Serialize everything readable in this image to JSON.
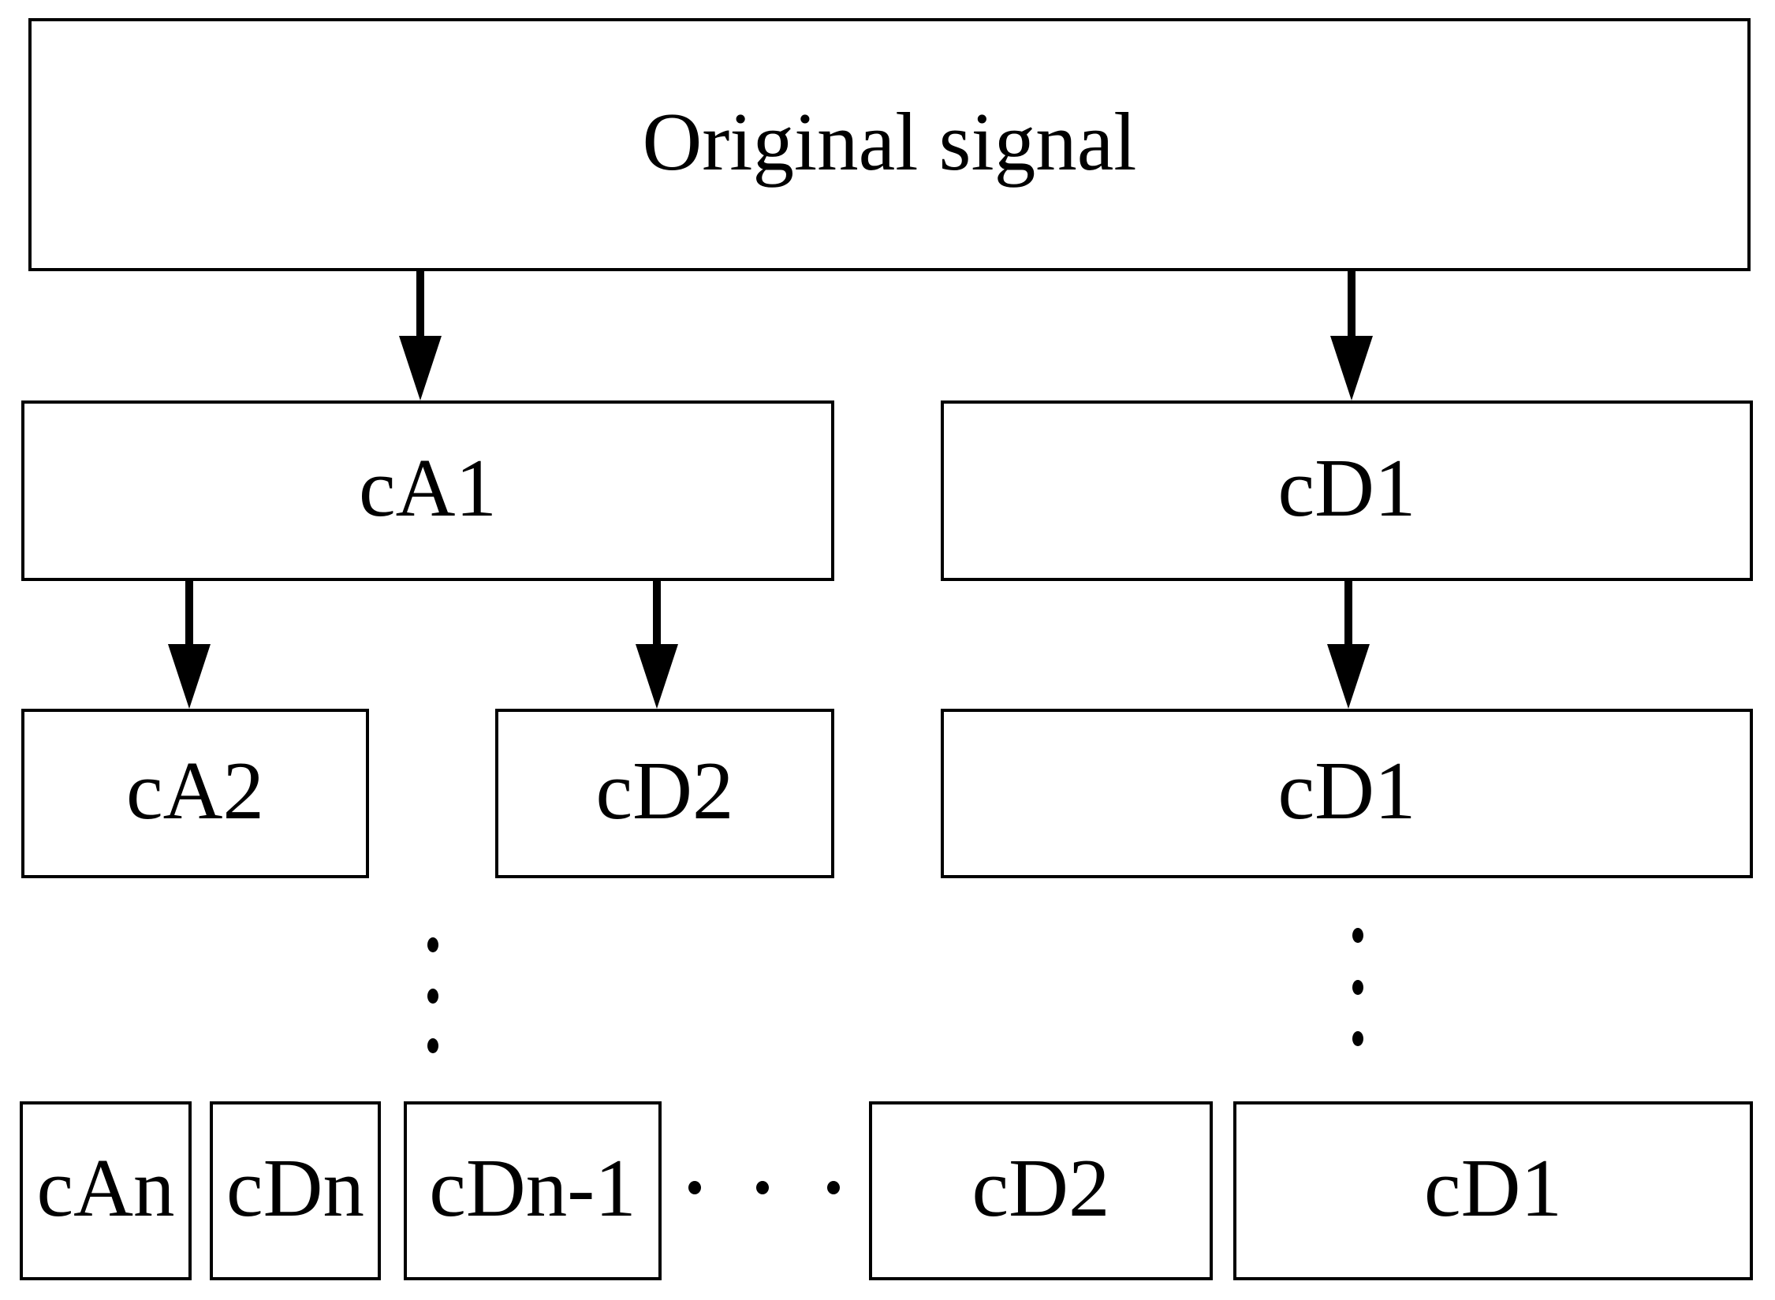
{
  "colors": {
    "background": "#ffffff",
    "line": "#000000",
    "text": "#000000"
  },
  "nodes": {
    "original": {
      "label": "Original signal"
    },
    "ca1": {
      "label": "cA1"
    },
    "cd1_level2": {
      "label": "cD1"
    },
    "ca2": {
      "label": "cA2"
    },
    "cd2_level3": {
      "label": "cD2"
    },
    "cd1_level3": {
      "label": "cD1"
    },
    "can_final": {
      "label": "cAn"
    },
    "cdn_final": {
      "label": "cDn"
    },
    "cdn_minus1_final": {
      "label": "cDn-1"
    },
    "cd2_final": {
      "label": "cD2"
    },
    "cd1_final": {
      "label": "cD1"
    }
  }
}
